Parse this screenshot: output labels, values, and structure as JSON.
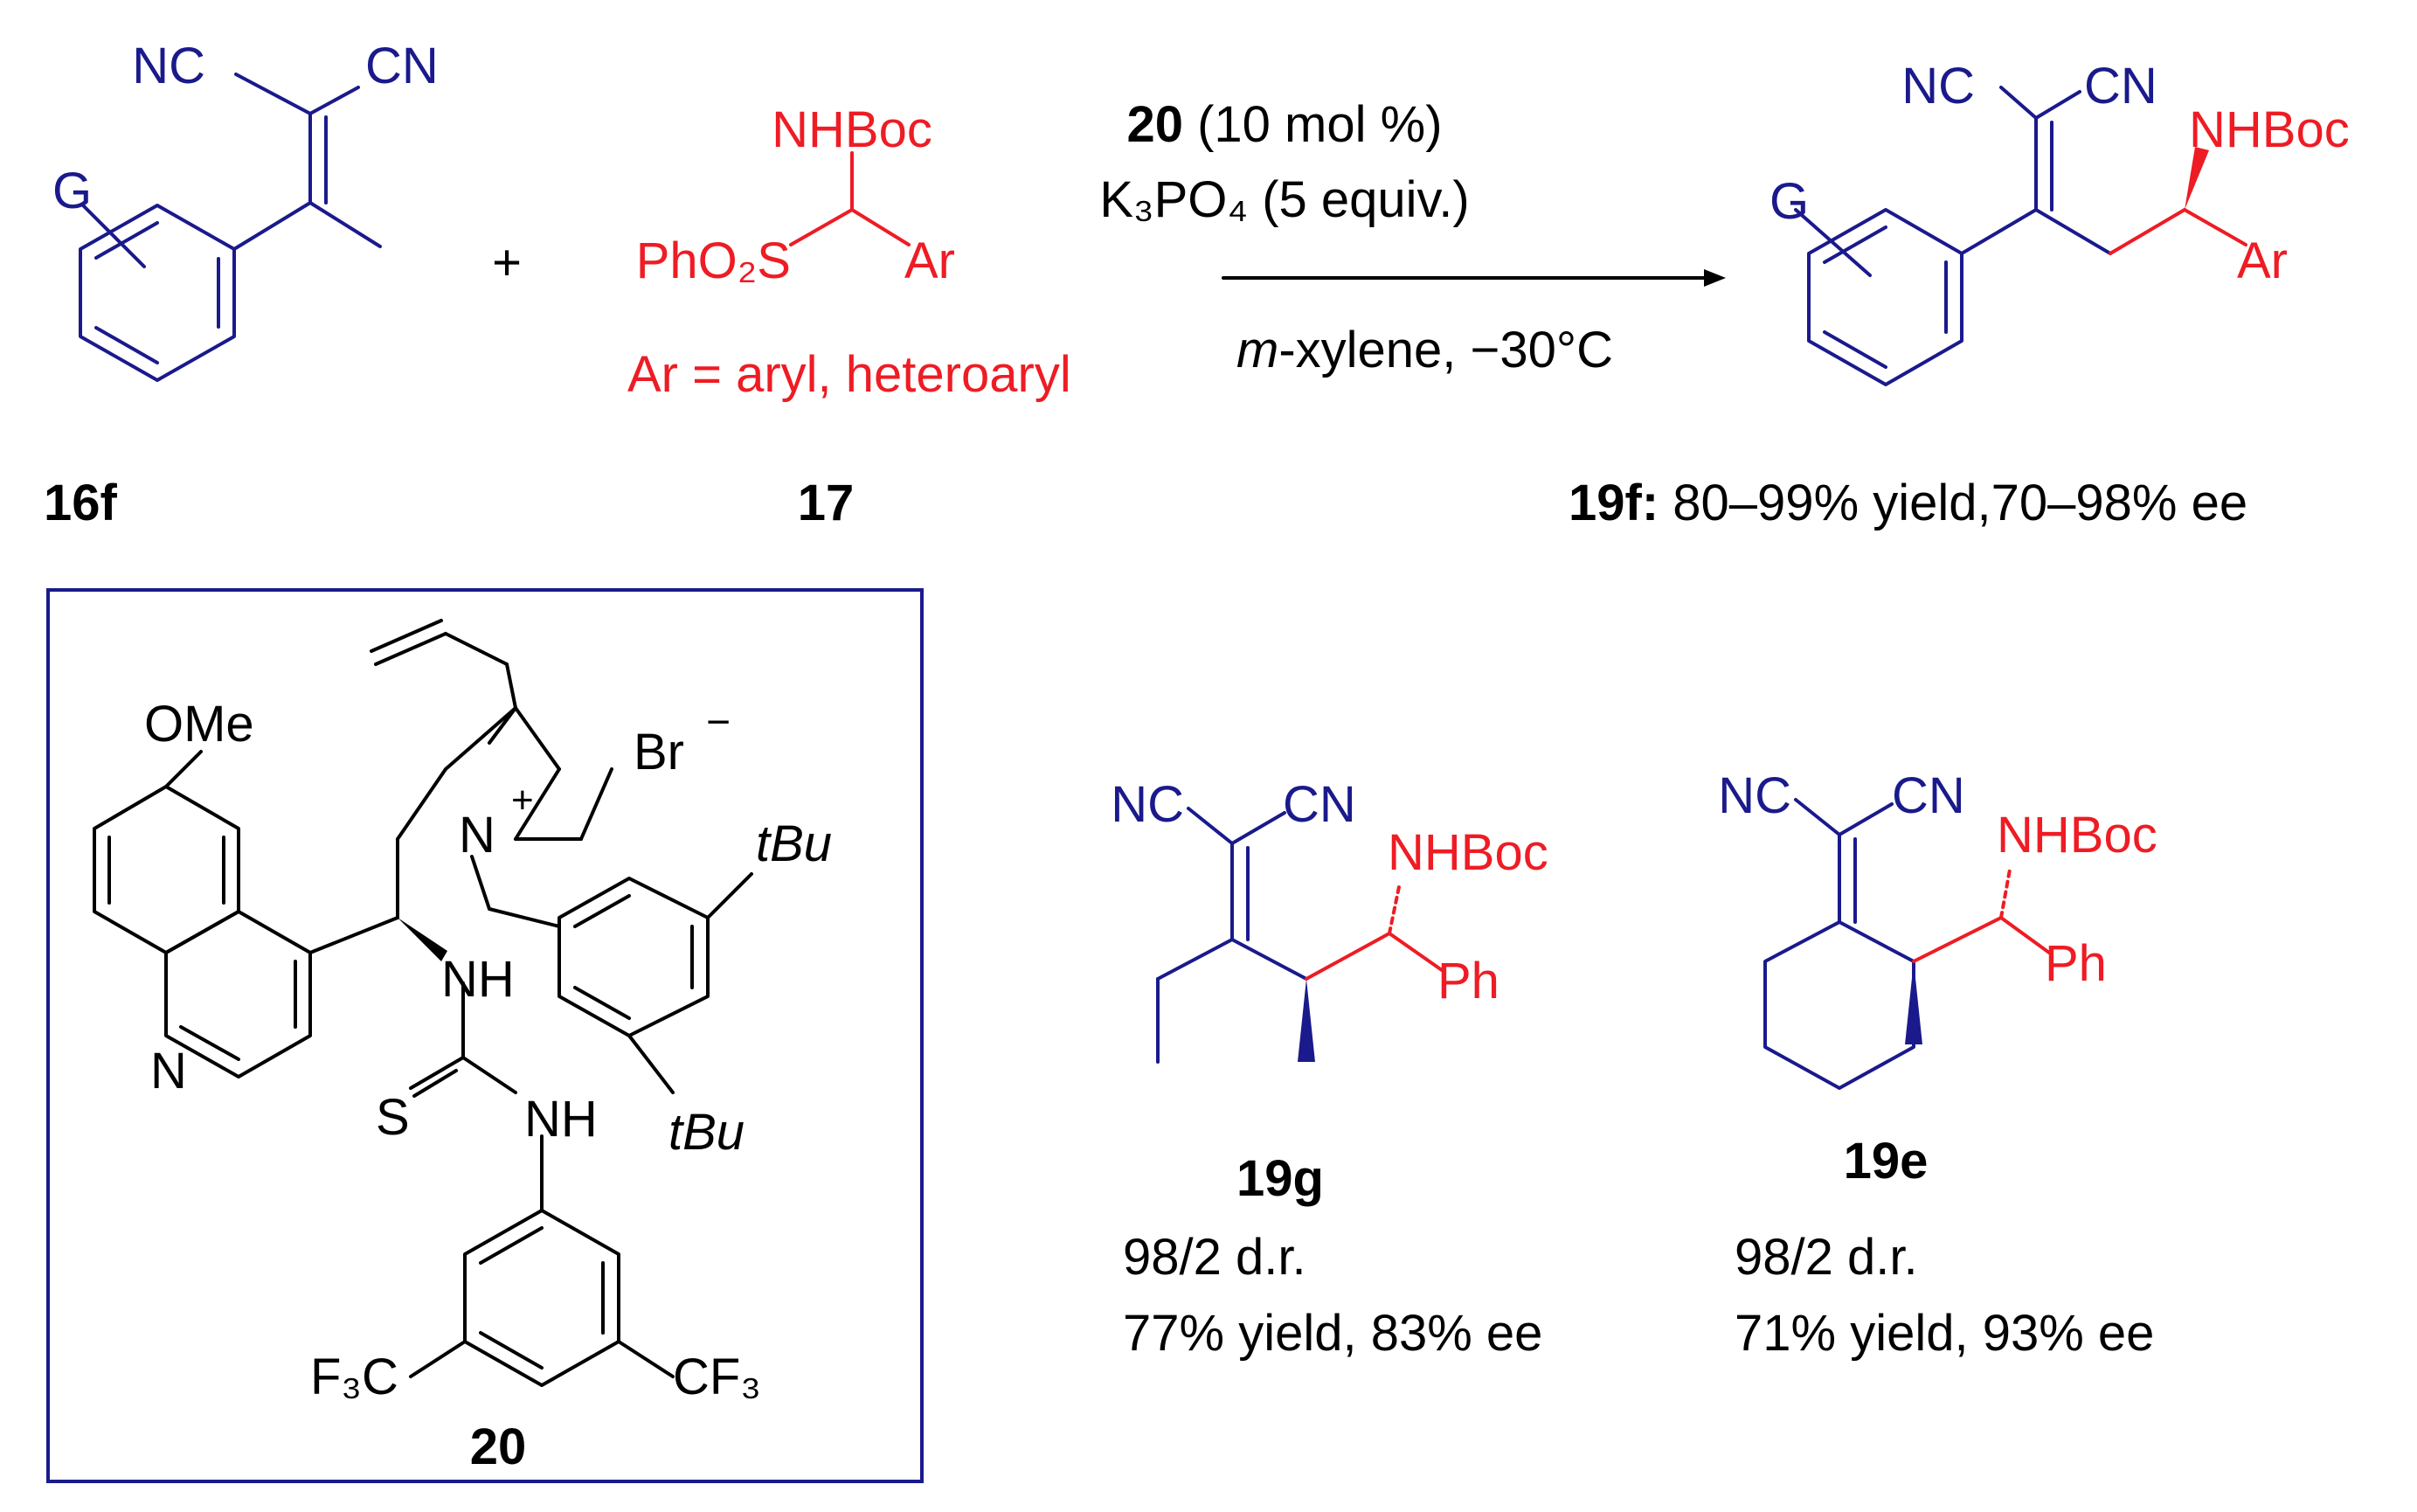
{
  "reagents": {
    "nc": "NC",
    "cn": "CN",
    "g": "G",
    "plus_sign": "+",
    "nhboc": "NHBoc",
    "phso2s": "PhO₂S",
    "ar": "Ar",
    "ar_definition": "Ar = aryl, heteroaryl"
  },
  "conditions": {
    "catalyst_number": "20",
    "catalyst_loading": "(10 mol %)",
    "base": "K₃PO₄ (5 equiv.)",
    "solvent_italic": "m",
    "solvent_rest": "-xylene, −30°C"
  },
  "labels": {
    "c16f": "16f",
    "c17": "17",
    "c19f": "19f:",
    "c19f_result": "80–99% yield,70–98% ee",
    "c20": "20",
    "c19g": "19g",
    "c19e": "19e"
  },
  "catalyst": {
    "ome": "OMe",
    "n_quinoline": "N",
    "n_plus": "N",
    "plus": "+",
    "br": "Br",
    "minus": "−",
    "nh1": "NH",
    "nh2": "NH",
    "s": "S",
    "tbu1": "tBu",
    "tbu2": "tBu",
    "cf3_left": "F₃C",
    "cf3_right": "CF₃"
  },
  "product_19g": {
    "nc": "NC",
    "cn": "CN",
    "nhboc": "NHBoc",
    "ph": "Ph",
    "dr": "98/2 d.r.",
    "result": "77% yield, 83% ee"
  },
  "product_19e": {
    "nc": "NC",
    "cn": "CN",
    "nhboc": "NHBoc",
    "ph": "Ph",
    "dr": "98/2 d.r.",
    "result": "71% yield, 93% ee"
  },
  "colors": {
    "substrate": "#1a1a8c",
    "reagent": "#ee1c24",
    "catalyst": "#000000"
  }
}
